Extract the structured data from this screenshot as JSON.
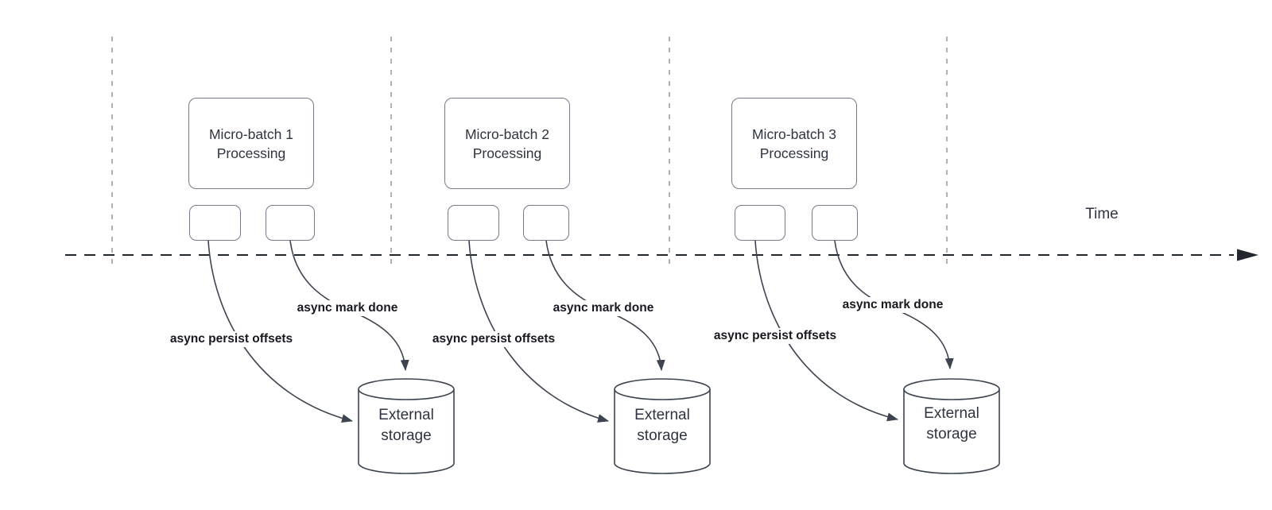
{
  "diagram": {
    "timeline_label": "Time",
    "colors": {
      "shape_border": "#757c87",
      "connector_stroke": "#3d4450",
      "timeline_stroke": "#23272e",
      "lane_divider": "#a2a2a7",
      "text": "#2e3440",
      "label_text": "#17191e",
      "background": "#ffffff"
    },
    "batches": [
      {
        "title_line1": "Micro-batch 1",
        "title_line2": "Processing",
        "persist_label": "async persist offsets",
        "mark_done_label": "async mark done",
        "storage_line1": "External",
        "storage_line2": "storage"
      },
      {
        "title_line1": "Micro-batch 2",
        "title_line2": "Processing",
        "persist_label": "async persist offsets",
        "mark_done_label": "async mark done",
        "storage_line1": "External",
        "storage_line2": "storage"
      },
      {
        "title_line1": "Micro-batch 3",
        "title_line2": "Processing",
        "persist_label": "async persist offsets",
        "mark_done_label": "async mark done",
        "storage_line1": "External",
        "storage_line2": "storage"
      }
    ]
  }
}
